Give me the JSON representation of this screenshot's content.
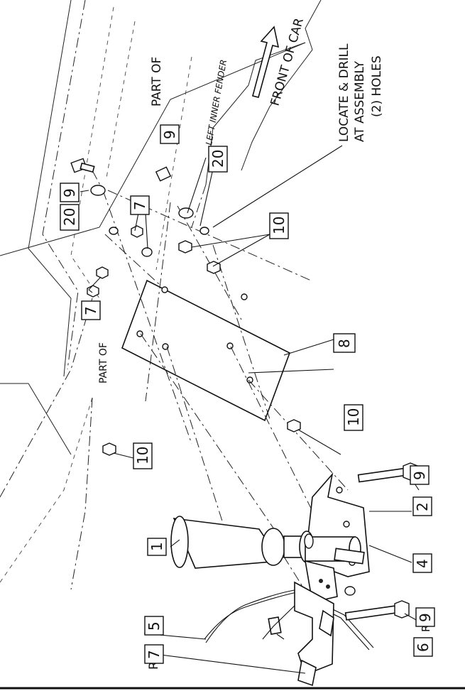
{
  "text": {
    "left_inner_fender": "LEFT INNER FENDER",
    "front_of_car": "FRONT OF CAR",
    "part_of_top": "PART OF",
    "part_of_left": "PART OF",
    "locate_line1": "LOCATE & DRILL",
    "locate_line2": "AT ASSEMBLY",
    "locate_line3": "(2) HOLES",
    "ref_5": "REF.",
    "ref_6": "REF."
  },
  "callouts": {
    "c1": "1",
    "c2": "2",
    "c3": "8",
    "c4": "4",
    "c5": "5",
    "c6": "6",
    "c7_bottom": "7",
    "c7_mid_left": "7",
    "c7_top": "7",
    "c9_top_left": "9",
    "c9_top_right": "9",
    "c9_right": "9",
    "c9_bottom": "9",
    "c10_top": "10",
    "c10_mid": "10",
    "c10_left": "10",
    "c20_top_left": "20",
    "c20_top_right": "20"
  }
}
